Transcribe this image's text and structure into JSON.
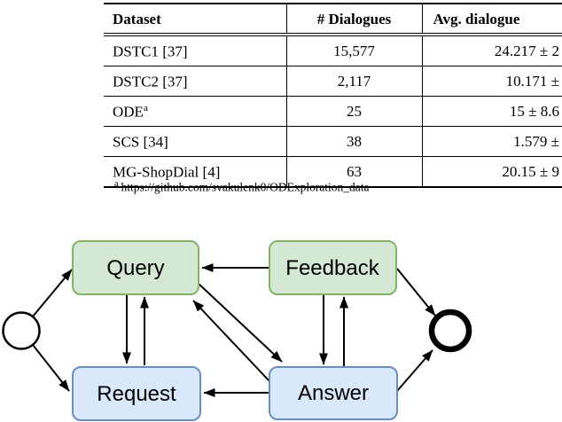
{
  "table": {
    "headers": [
      "Dataset",
      "# Dialogues",
      "Avg. dialogue"
    ],
    "rows": [
      {
        "dataset": "DSTC1 [37]",
        "sup": "",
        "dialogues": "15,577",
        "avg_length": "24.217 ± 2"
      },
      {
        "dataset": "DSTC2 [37]",
        "sup": "",
        "dialogues": "2,117",
        "avg_length": "10.171 ±"
      },
      {
        "dataset": "ODE",
        "sup": "a",
        "dialogues": "25",
        "avg_length": "15 ± 8.6"
      },
      {
        "dataset": "SCS [34]",
        "sup": "",
        "dialogues": "38",
        "avg_length": "1.579 ±"
      },
      {
        "dataset": "MG-ShopDial [4]",
        "sup": "",
        "dialogues": "63",
        "avg_length": "20.15 ± 9"
      }
    ],
    "footnote": {
      "marker": "a",
      "text": "https://github.com/svakulenk0/ODExploration_data"
    }
  },
  "diagram": {
    "nodes": [
      {
        "id": "start",
        "type": "initial-state"
      },
      {
        "id": "query",
        "label": "Query",
        "fill": "#d5e8d4",
        "border": "#82b366"
      },
      {
        "id": "feedback",
        "label": "Feedback",
        "fill": "#d5e8d4",
        "border": "#82b366"
      },
      {
        "id": "request",
        "label": "Request",
        "fill": "#dae8fc",
        "border": "#6c8ebf"
      },
      {
        "id": "answer",
        "label": "Answer",
        "fill": "#dae8fc",
        "border": "#6c8ebf"
      },
      {
        "id": "end",
        "type": "final-state"
      }
    ],
    "edges": [
      {
        "from": "start",
        "to": "query"
      },
      {
        "from": "start",
        "to": "request"
      },
      {
        "from": "feedback",
        "to": "query"
      },
      {
        "from": "query",
        "to": "request"
      },
      {
        "from": "request",
        "to": "query"
      },
      {
        "from": "query",
        "to": "answer"
      },
      {
        "from": "answer",
        "to": "query"
      },
      {
        "from": "feedback",
        "to": "answer"
      },
      {
        "from": "answer",
        "to": "feedback"
      },
      {
        "from": "answer",
        "to": "request"
      },
      {
        "from": "feedback",
        "to": "end"
      },
      {
        "from": "answer",
        "to": "end"
      }
    ],
    "colors": {
      "line": "#000000",
      "green_fill": "#d5e8d4",
      "green_border": "#82b366",
      "blue_fill": "#dae8fc",
      "blue_border": "#6c8ebf"
    }
  }
}
